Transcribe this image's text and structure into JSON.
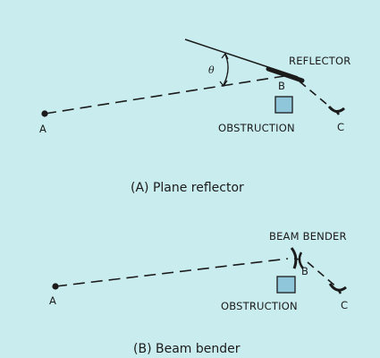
{
  "panel_a": {
    "caption": "(A) Plane reflector",
    "reflector_label": "REFLECTOR",
    "angle_label": "θ",
    "obstruction_label": "OBSTRUCTION",
    "point_a": "A",
    "point_b": "B",
    "point_c": "C"
  },
  "panel_b": {
    "caption": "(B) Beam bender",
    "bender_label": "BEAM BENDER",
    "obstruction_label": "OBSTRUCTION",
    "point_a": "A",
    "point_b": "B",
    "point_c": "C"
  },
  "colors": {
    "background": "#c9ecee",
    "ink": "#1b1b1b",
    "obstruction_fill": "#8fc6d9"
  }
}
